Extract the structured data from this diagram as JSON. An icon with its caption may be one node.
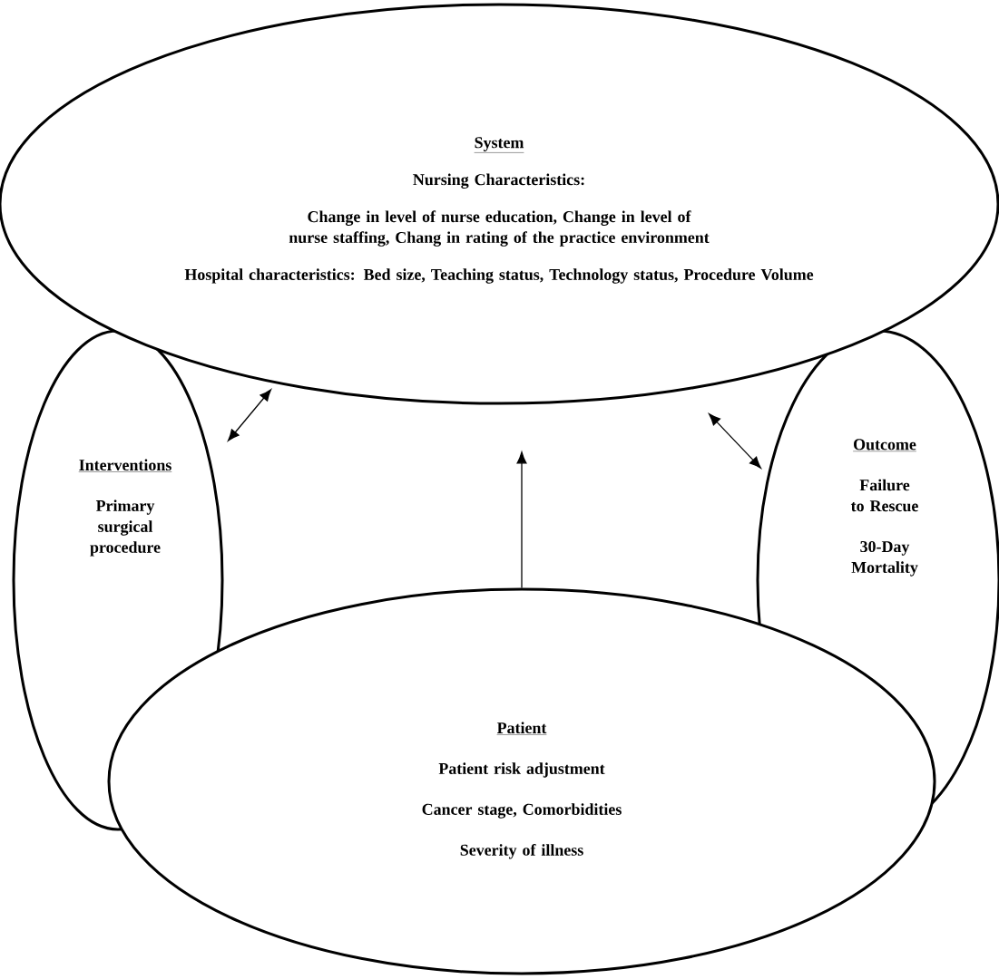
{
  "diagram": {
    "nodes": [
      {
        "text": [
          "System",
          "Nursing Characteristics:",
          "Change in level of nurse education, Change in level of nurse staffing, Chang in rating of the practice environment",
          "Hospital characteristics: Bed size, Teaching status, Technology status, Procedure Volume"
        ]
      },
      {
        "text": [
          "Interventions",
          "Primary surgical procedure"
        ]
      },
      {
        "text": [
          "Outcome",
          "Failure to Rescue",
          "30-Day Mortality"
        ]
      },
      {
        "text": [
          "Patient",
          "Patient risk adjustment",
          "Cancer stage, Comorbidities",
          "Severity of illness"
        ]
      }
    ],
    "edges": [
      {
        "from": 1,
        "to": 0,
        "arrow": "both"
      },
      {
        "from": 2,
        "to": 0,
        "arrow": "both"
      },
      {
        "from": 3,
        "to": 0,
        "arrow": "to"
      }
    ]
  }
}
